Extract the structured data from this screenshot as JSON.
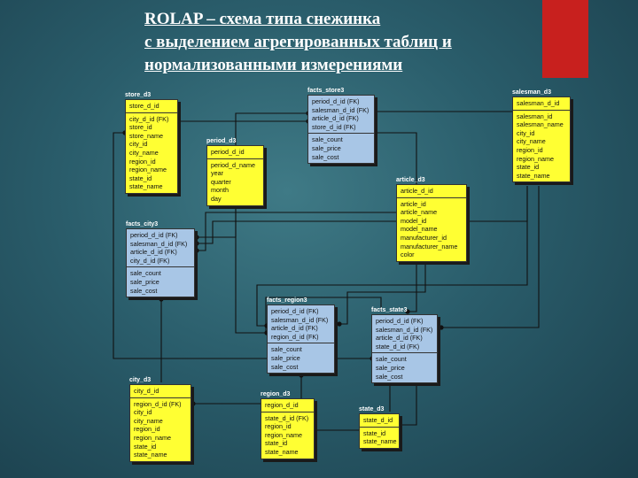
{
  "slide": {
    "title": "ROLAP – схема типа снежинка\n с выделением агрегированных таблиц и нормализованными измерениями"
  },
  "colors": {
    "dimension": "#ffff33",
    "fact": "#a8c6e6",
    "accent": "#c8201e",
    "background": "#2a5d6b"
  },
  "tables": {
    "store_d3": {
      "name": "store_d3",
      "key": [
        "store_d_id"
      ],
      "fields": [
        "city_d_id (FK)",
        "store_id",
        "store_name",
        "city_id",
        "city_name",
        "region_id",
        "region_name",
        "state_id",
        "state_name"
      ]
    },
    "period_d3": {
      "name": "period_d3",
      "key": [
        "period_d_id"
      ],
      "fields": [
        "period_d_name",
        "year",
        "quarter",
        "month",
        "day"
      ]
    },
    "facts_store3": {
      "name": "facts_store3",
      "key": [
        "period_d_id (FK)",
        "salesman_d_id (FK)",
        "article_d_id (FK)",
        "store_d_id (FK)"
      ],
      "fields": [
        "sale_count",
        "sale_price",
        "sale_cost"
      ]
    },
    "salesman_d3": {
      "name": "salesman_d3",
      "key": [
        "salesman_d_id"
      ],
      "fields": [
        "salesman_id",
        "salesman_name",
        "city_id",
        "city_name",
        "region_id",
        "region_name",
        "state_id",
        "state_name"
      ]
    },
    "article_d3": {
      "name": "article_d3",
      "key": [
        "article_d_id"
      ],
      "fields": [
        "article_id",
        "article_name",
        "model_id",
        "model_name",
        "manufacturer_id",
        "manufacturer_name",
        "color"
      ]
    },
    "facts_city3": {
      "name": "facts_city3",
      "key": [
        "period_d_id (FK)",
        "salesman_d_id (FK)",
        "article_d_id (FK)",
        "city_d_id (FK)"
      ],
      "fields": [
        "sale_count",
        "sale_price",
        "sale_cost"
      ]
    },
    "facts_region3": {
      "name": "facts_region3",
      "key": [
        "period_d_id (FK)",
        "salesman_d_id (FK)",
        "article_d_id (FK)",
        "region_d_id (FK)"
      ],
      "fields": [
        "sale_count",
        "sale_price",
        "sale_cost"
      ]
    },
    "facts_state3": {
      "name": "facts_state3",
      "key": [
        "period_d_id (FK)",
        "salesman_d_id (FK)",
        "article_d_id (FK)",
        "state_d_id (FK)"
      ],
      "fields": [
        "sale_count",
        "sale_price",
        "sale_cost"
      ]
    },
    "city_d3": {
      "name": "city_d3",
      "key": [
        "city_d_id"
      ],
      "fields": [
        "region_d_id (FK)",
        "city_id",
        "city_name",
        "region_id",
        "region_name",
        "state_id",
        "state_name"
      ]
    },
    "region_d3": {
      "name": "region_d3",
      "key": [
        "region_d_id"
      ],
      "fields": [
        "state_d_id (FK)",
        "region_id",
        "region_name",
        "state_id",
        "state_name"
      ]
    },
    "state_d3": {
      "name": "state_d3",
      "key": [
        "state_d_id"
      ],
      "fields": [
        "state_id",
        "state_name"
      ]
    }
  }
}
